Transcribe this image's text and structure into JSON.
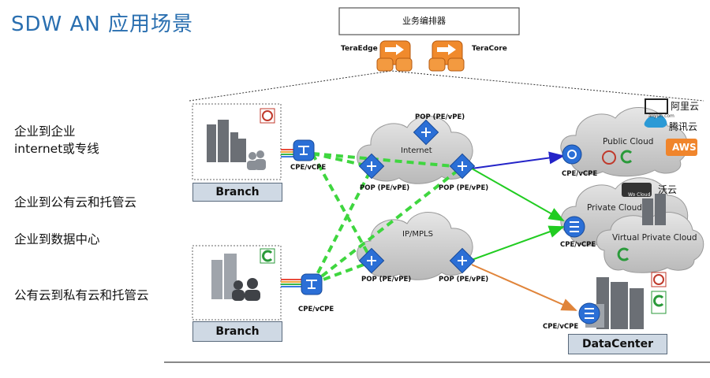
{
  "title": "SDW AN 应用场景",
  "scenarios": [
    "企业到企业",
    "internet或专线",
    "企业到公有云和托管云",
    "企业到数据中心",
    "公有云到私有云和托管云"
  ],
  "orchestrator": {
    "label": "业务编排器",
    "left_node": "TeraEdge",
    "right_node": "TeraCore"
  },
  "branch_top": {
    "label": "Branch",
    "device": "CPE/vCPE"
  },
  "branch_bottom": {
    "label": "Branch",
    "device": "CPE/vCPE"
  },
  "internet_cloud": {
    "label": "Internet",
    "pops": [
      "POP (PE/vPE)",
      "POP (PE/vPE)",
      "POP (PE/vPE)"
    ]
  },
  "mpls_cloud": {
    "label": "IP/MPLS",
    "pops": [
      "POP (PE/vPE)",
      "POP (PE/vPE)"
    ]
  },
  "public_cloud": {
    "label": "Public Cloud",
    "device": "CPE/vCPE",
    "providers": [
      "阿里云",
      "aliyun.com",
      "腾讯云",
      "AWS"
    ]
  },
  "private_cloud": {
    "label": "Private Cloud",
    "label2": "Virtual Private Cloud",
    "device": "CPE/vCPE",
    "provider": "沃云",
    "provider_sub": "Wo Cloud"
  },
  "datacenter": {
    "label": "DataCenter",
    "device": "CPE/vCPE"
  },
  "colors": {
    "title": "#2a6fb0",
    "dashed_link": "#3fd63f",
    "green_link": "#21cc21",
    "blue_link": "#2323c8",
    "orange_link": "#e0843a",
    "node_blue": "#2b6fd6",
    "orchestrator_orange": "#f08a2c"
  }
}
